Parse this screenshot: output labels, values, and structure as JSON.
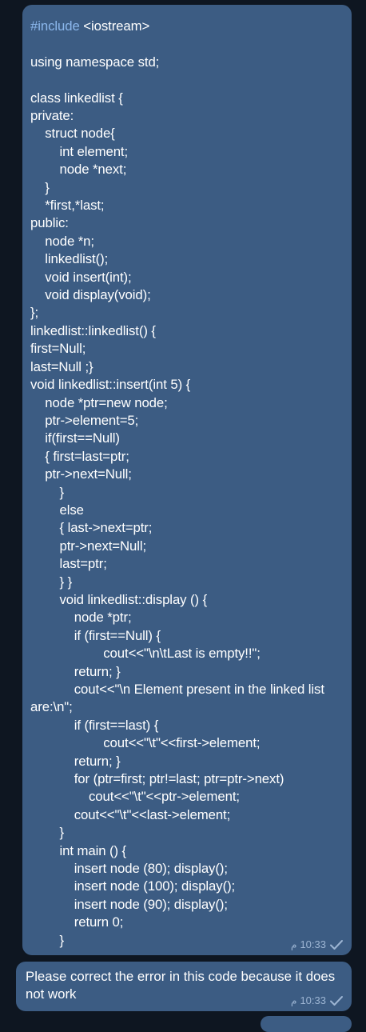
{
  "messages": [
    {
      "code_lines": [
        "#include <iostream>",
        "",
        "using namespace std;",
        "",
        "class linkedlist {",
        "private:",
        "    struct node{",
        "        int element;",
        "        node *next;",
        "    }",
        "    *first,*last;",
        "public:",
        "    node *n;",
        "    linkedlist();",
        "    void insert(int);",
        "    void display(void);",
        "};",
        "linkedlist::linkedlist() {",
        "first=Null;",
        "last=Null ;}",
        "void linkedlist::insert(int 5) {",
        "    node *ptr=new node;",
        "    ptr->element=5;",
        "    if(first==Null)",
        "    { first=last=ptr;",
        "    ptr->next=Null;",
        "        }",
        "        else",
        "        { last->next=ptr;",
        "        ptr->next=Null;",
        "        last=ptr;",
        "        } }",
        "        void linkedlist::display () {",
        "            node *ptr;",
        "            if (first==Null) {",
        "                    cout<<\"\\n\\tLast is empty!!\";",
        "            return; }",
        "            cout<<\"\\n Element present in the linked list are:\\n\";",
        "            if (first==last) {",
        "                    cout<<\"\\t\"<<first->element;",
        "            return; }",
        "            for (ptr=first; ptr!=last; ptr=ptr->next)",
        "                cout<<\"\\t\"<<ptr->element;",
        "            cout<<\"\\t\"<<last->element;",
        "        }",
        "        int main () {",
        "            insert node (80); display();",
        "            insert node (100); display();",
        "            insert node (90); display();",
        "            return 0;",
        "        }"
      ],
      "time": "10:33",
      "time_suffix": "م"
    },
    {
      "text": "Please correct the error in this code because it does not work",
      "time": "10:33",
      "time_suffix": "م"
    }
  ],
  "colors": {
    "background": "#0e1621",
    "bubble": "#3c5c83",
    "text": "#ffffff",
    "meta": "#9db5d3",
    "include_highlight": "#8bb7ec"
  }
}
